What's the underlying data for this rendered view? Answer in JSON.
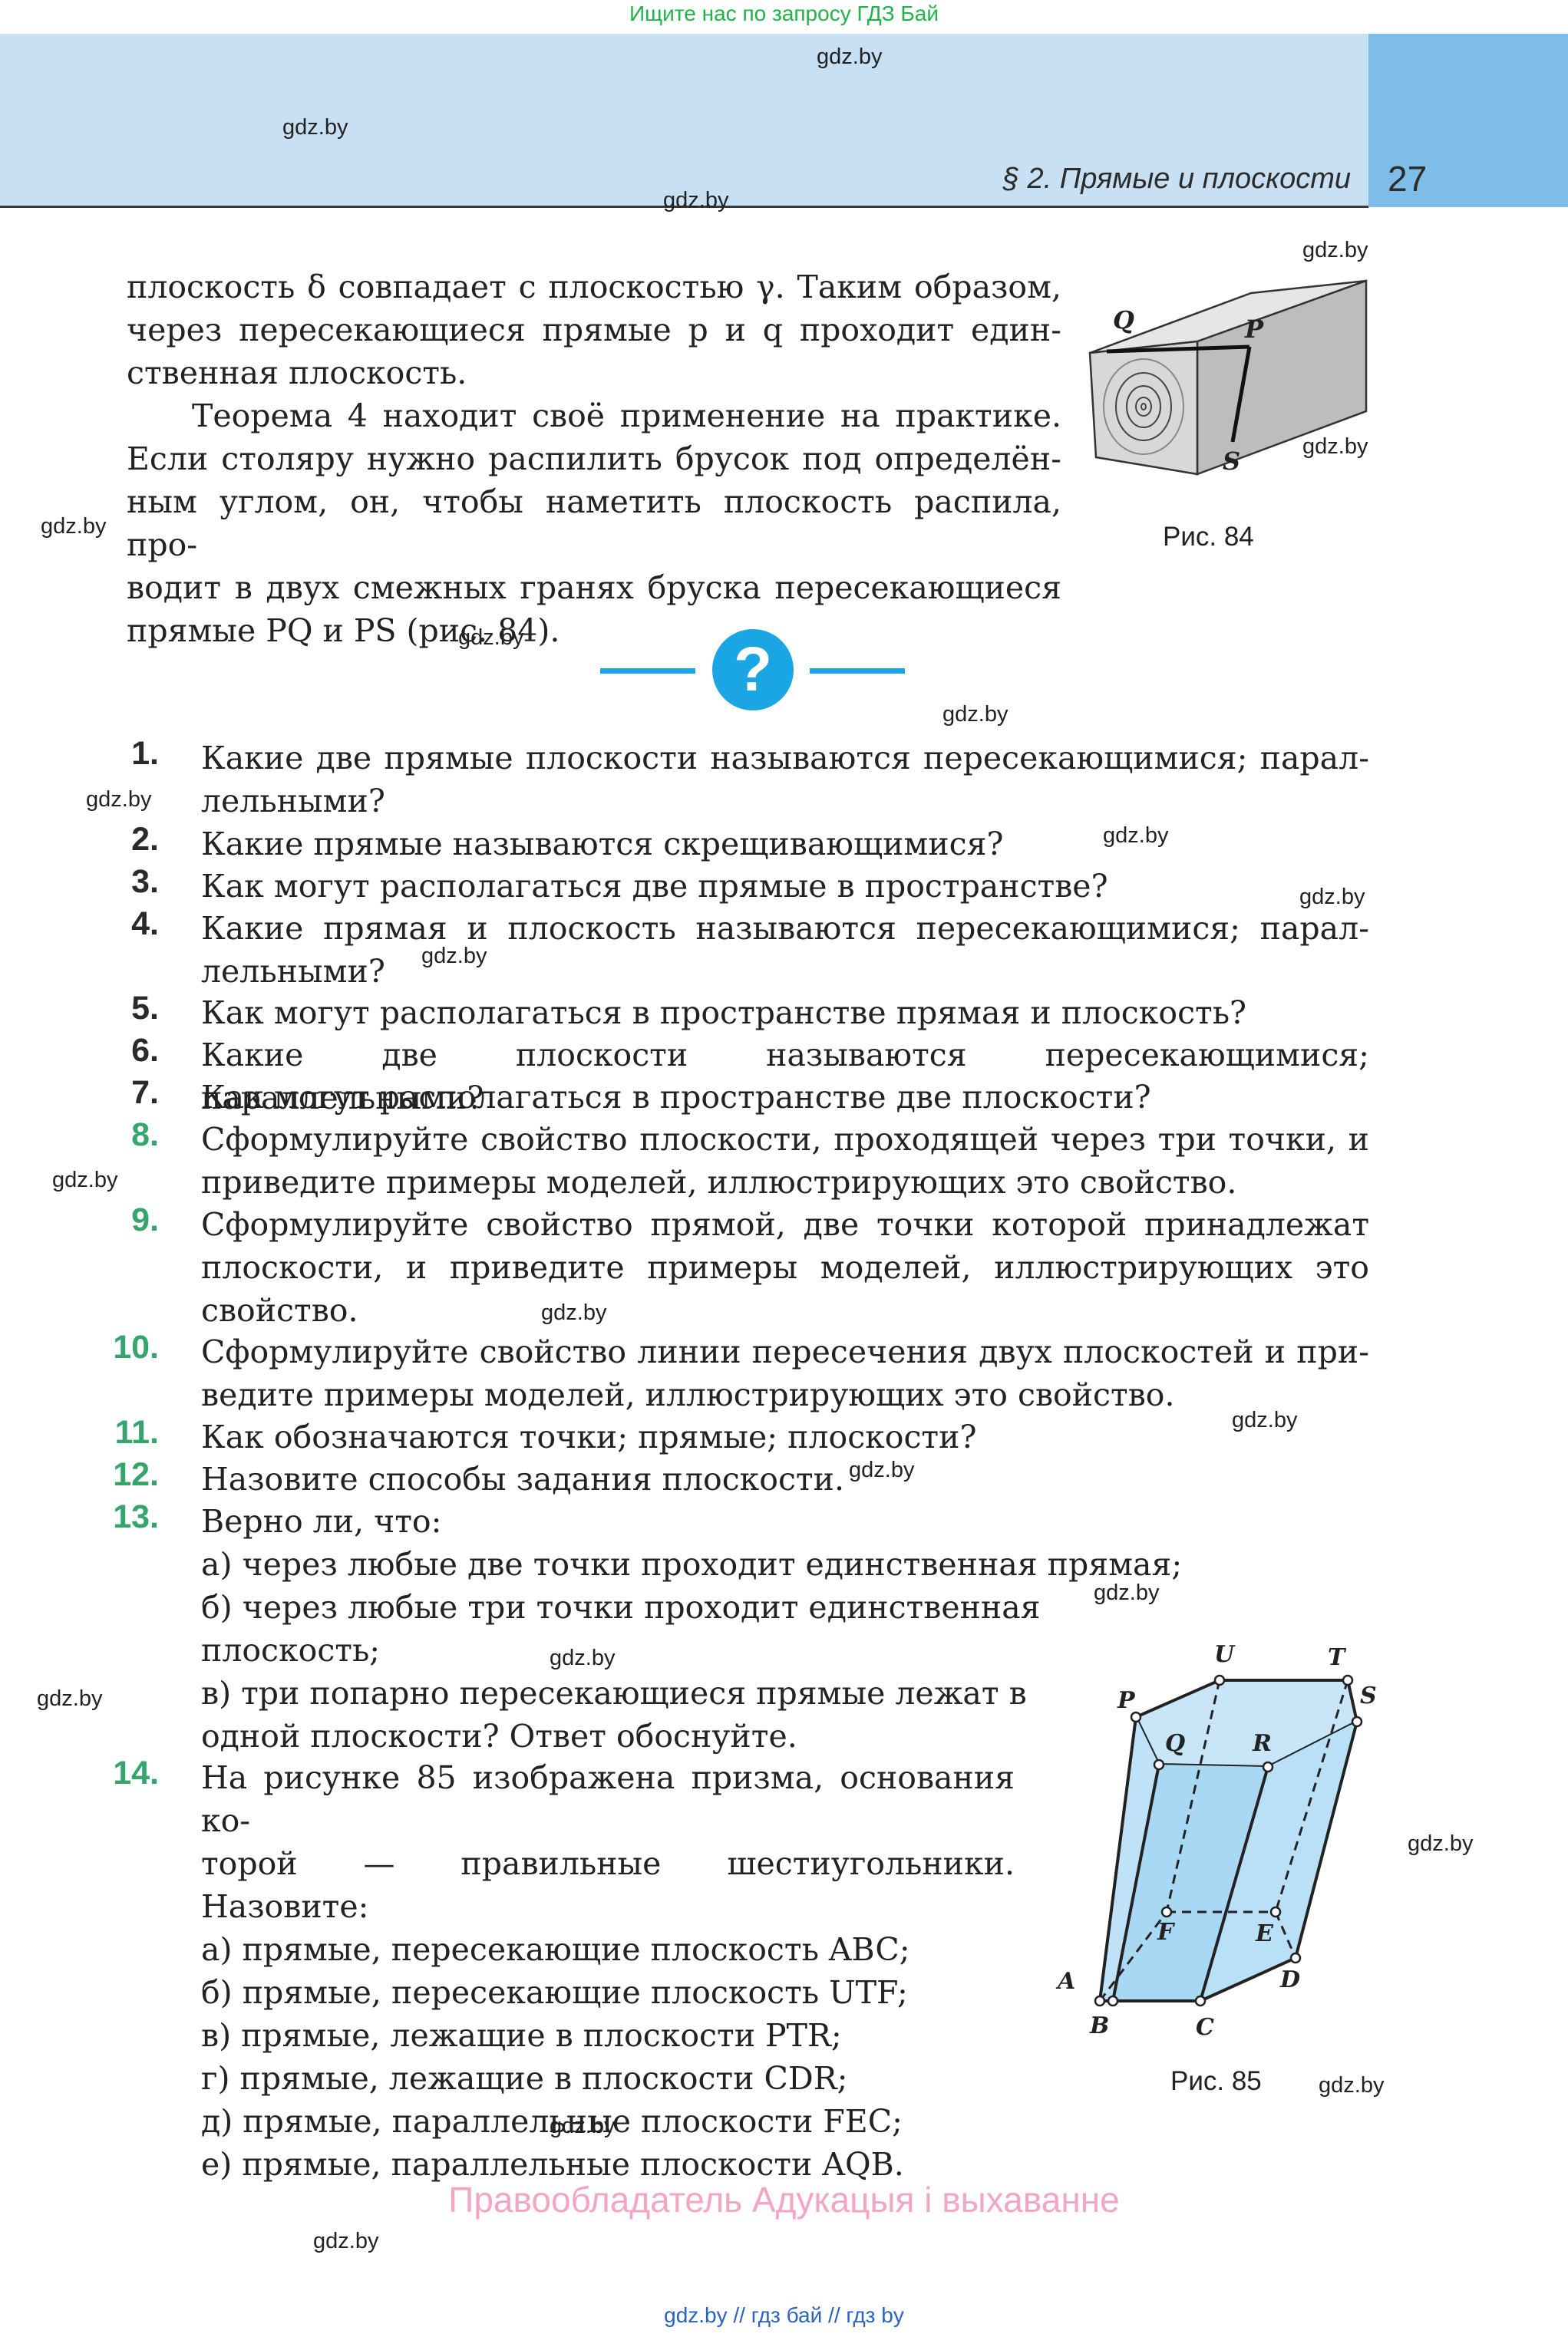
{
  "header": {
    "top_link": "Ищите нас по запросу ГДЗ Бай",
    "section_title": "§ 2. Прямые и плоскости",
    "page_number": "27"
  },
  "watermarks": [
    "gdz.by",
    "gdz.by",
    "gdz.by",
    "gdz.by",
    "gdz.by",
    "gdz.by",
    "gdz.by",
    "gdz.by",
    "gdz.by",
    "gdz.by",
    "gdz.by",
    "gdz.by",
    "gdz.by",
    "gdz.by",
    "gdz.by",
    "gdz.by",
    "gdz.by",
    "gdz.by",
    "gdz.by",
    "gdz.by",
    "gdz.by",
    "gdz.by"
  ],
  "intro": {
    "lines": [
      "плоскость δ совпадает с плоскостью γ. Таким образом,",
      "через пересекающиеся прямые p и q проходит един-",
      "ственная плоскость.",
      "Теорема 4 находит своё применение на практике.",
      "Если столяру нужно распилить брусок под определён-",
      "ным углом, он, чтобы наметить плоскость распила, про-",
      "водит в двух смежных гранях бруска пересекающиеся",
      "прямые PQ и PS (рис. 84)."
    ]
  },
  "fig84": {
    "caption": "Рис. 84",
    "labels": {
      "q": "Q",
      "p": "P",
      "s": "S"
    }
  },
  "question_icon": "?",
  "questions": [
    {
      "num": "1.",
      "lines": [
        "Какие две прямые плоскости называются пересекающимися; парал-",
        "лельными?"
      ]
    },
    {
      "num": "2.",
      "lines": [
        "Какие прямые называются скрещивающимися?"
      ]
    },
    {
      "num": "3.",
      "lines": [
        "Как могут располагаться две прямые в пространстве?"
      ]
    },
    {
      "num": "4.",
      "lines": [
        "Какие прямая и плоскость называются пересекающимися; парал-",
        "лельными?"
      ]
    },
    {
      "num": "5.",
      "lines": [
        "Как могут располагаться в пространстве прямая и плоскость?"
      ]
    },
    {
      "num": "6.",
      "lines": [
        "Какие две плоскости называются пересекающимися; параллельными?"
      ]
    },
    {
      "num": "7.",
      "lines": [
        "Как могут располагаться в пространстве две плоскости?"
      ]
    },
    {
      "num": "8.",
      "lines": [
        "Сформулируйте свойство плоскости, проходящей через три точки, и",
        "приведите примеры моделей, иллюстрирующих это свойство."
      ]
    },
    {
      "num": "9.",
      "lines": [
        "Сформулируйте свойство прямой, две точки которой принадлежат",
        "плоскости, и приведите примеры моделей, иллюстрирующих это",
        "свойство."
      ]
    },
    {
      "num": "10.",
      "lines": [
        "Сформулируйте свойство линии пересечения двух плоскостей и при-",
        "ведите примеры моделей, иллюстрирующих это свойство."
      ]
    },
    {
      "num": "11.",
      "lines": [
        "Как обозначаются точки; прямые; плоскости?"
      ]
    },
    {
      "num": "12.",
      "lines": [
        "Назовите способы задания плоскости."
      ]
    },
    {
      "num": "13.",
      "lines": [
        "Верно ли, что:",
        "а) через любые две точки проходит единственная прямая;",
        "б) через любые три точки проходит единственная",
        "плоскость;",
        "в) три попарно пересекающиеся прямые лежат в",
        "одной плоскости? Ответ обоснуйте."
      ]
    },
    {
      "num": "14.",
      "lines": [
        "На рисунке 85 изображена призма, основания ко-",
        "торой — правильные шестиугольники. Назовите:",
        "а) прямые, пересекающие плоскость ABC;",
        "б) прямые, пересекающие плоскость UTF;",
        "в) прямые, лежащие в плоскости PTR;",
        "г) прямые, лежащие в плоскости CDR;",
        "д) прямые, параллельные плоскости FEC;",
        "е) прямые, параллельные плоскости AQB."
      ]
    }
  ],
  "fig85": {
    "caption": "Рис. 85",
    "labels": {
      "u": "U",
      "t": "T",
      "p": "P",
      "s": "S",
      "q": "Q",
      "r": "R",
      "f": "F",
      "e": "E",
      "a": "A",
      "d": "D",
      "b": "B",
      "c": "C"
    }
  },
  "footer": {
    "rights": "Правообладатель Адукацыя і выхаванне",
    "bottom_links": "gdz.by  //  гдз бай  //  гдз by"
  },
  "colors": {
    "header_band": "#c7e0f3",
    "header_tab": "#7ebde8",
    "accent_blue": "#1aa6e4",
    "green_number": "#35a56c",
    "rights_pink": "#f3a6c4",
    "top_link_green": "#21b24a",
    "bottom_link_blue": "#2a63c0"
  }
}
